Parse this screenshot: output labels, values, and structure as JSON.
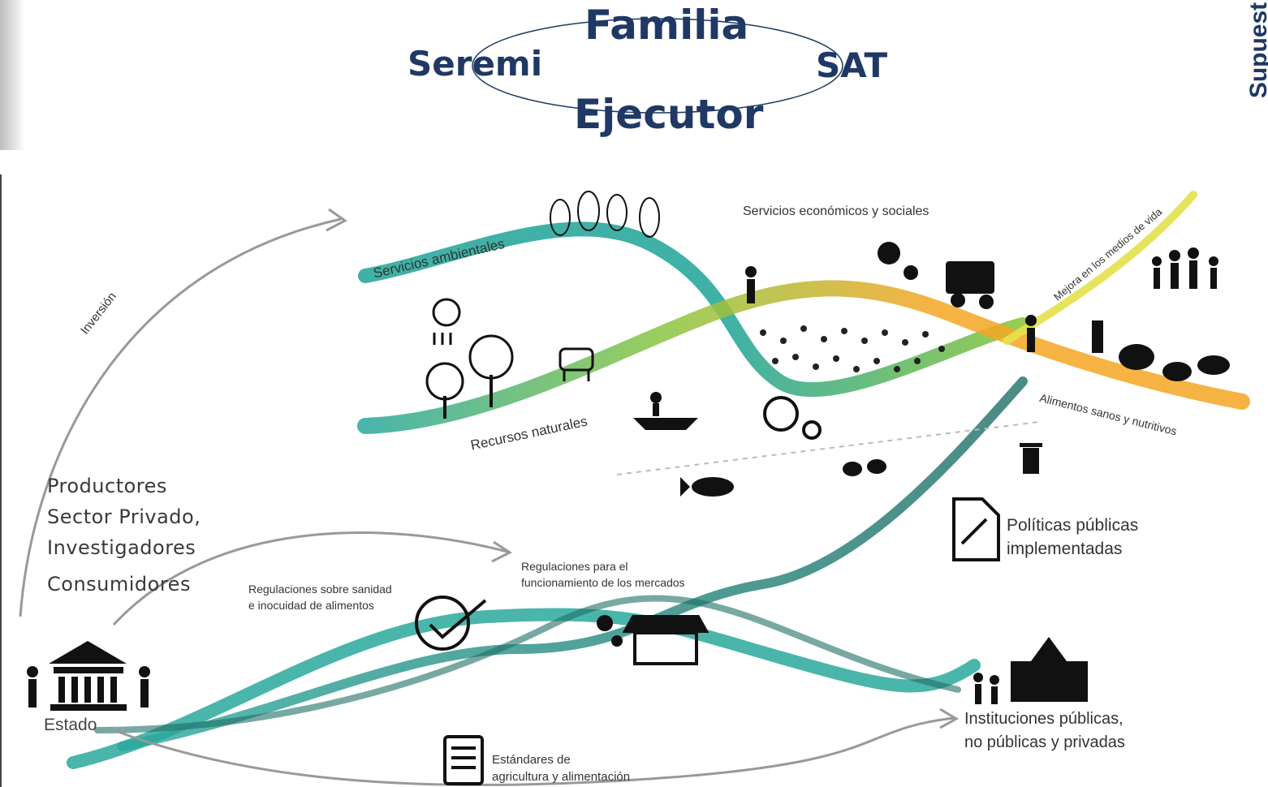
{
  "header": {
    "familia": "Familia",
    "seremi": "Seremi",
    "sat": "SAT",
    "ejecutor": "Ejecutor",
    "supuesto": "Supuest"
  },
  "actors": {
    "productores": "Productores",
    "sector_privado": "Sector Privado,",
    "investigadores": "Investigadores",
    "consumidores": "Consumidores",
    "estado": "Estado"
  },
  "flows": {
    "inversion": "Inversión",
    "servicios_ambientales": "Servicios ambientales",
    "recursos_naturales": "Recursos naturales",
    "servicios_economicos": "Servicios económicos y sociales",
    "mejora_medios_vida": "Mejora en los medios de vida",
    "alimentos_sanos": "Alimentos sanos y nutritivos",
    "politicas_1": "Políticas públicas",
    "politicas_2": "implementadas",
    "regulaciones_mercados_1": "Regulaciones para el",
    "regulaciones_mercados_2": "funcionamiento de los mercados",
    "regulaciones_sanidad_1": "Regulaciones sobre sanidad",
    "regulaciones_sanidad_2": "e inocuidad de alimentos",
    "instituciones_1": "Instituciones públicas,",
    "instituciones_2": "no públicas y privadas",
    "estandares_1": "Estándares de",
    "estandares_2": "agricultura y alimentación"
  },
  "colors": {
    "title": "#1f3864",
    "teal": "#2aa89c",
    "green": "#8dc63f",
    "orange": "#f5a623",
    "yellow": "#e3e14a",
    "dark_teal": "#1e6e66"
  }
}
